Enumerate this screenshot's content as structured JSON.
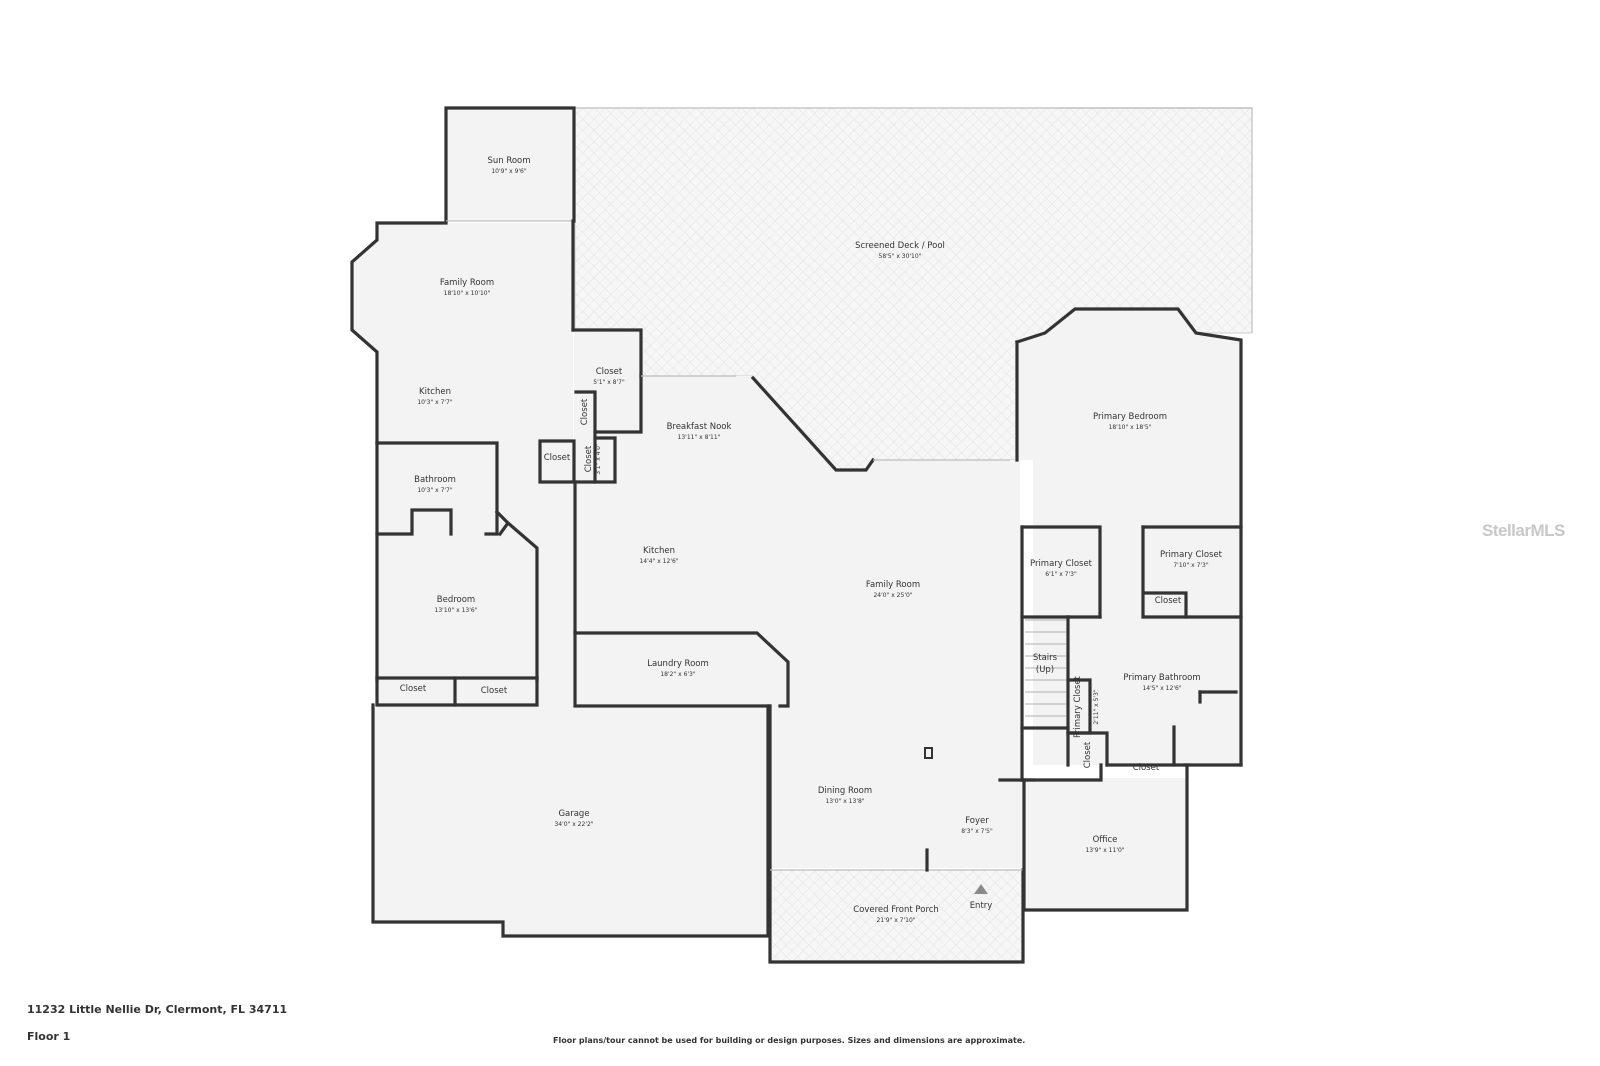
{
  "footer": {
    "address": "11232 Little Nellie Dr, Clermont, FL 34711",
    "floor": "Floor 1",
    "disclaimer": "Floor plans/tour cannot be used for building or design purposes. Sizes and dimensions are approximate."
  },
  "watermark": "StellarMLS",
  "rooms": {
    "sun_room": {
      "name": "Sun Room",
      "dim": "10'9\" x 9'6\""
    },
    "screened_deck": {
      "name": "Screened Deck / Pool",
      "dim": "58'5\" x 30'10\""
    },
    "family_room_left": {
      "name": "Family Room",
      "dim": "18'10\" x 10'10\""
    },
    "kitchen_left": {
      "name": "Kitchen",
      "dim": "10'3\" x 7'7\""
    },
    "bathroom": {
      "name": "Bathroom",
      "dim": "10'3\" x 7'7\""
    },
    "bedroom": {
      "name": "Bedroom",
      "dim": "13'10\" x 13'6\""
    },
    "closet_bed_1": {
      "name": "Closet"
    },
    "closet_bed_2": {
      "name": "Closet"
    },
    "garage": {
      "name": "Garage",
      "dim": "34'0\" x 22'2\""
    },
    "closet_top": {
      "name": "Closet",
      "dim": "5'1\" x 8'7\""
    },
    "closet_small_1": {
      "name": "Closet"
    },
    "closet_small_2": {
      "name": "Closet"
    },
    "closet_small_3": {
      "name": "Closet",
      "dim": "3'1\" x 4'0\""
    },
    "breakfast_nook": {
      "name": "Breakfast Nook",
      "dim": "13'11\" x 8'11\""
    },
    "kitchen_main": {
      "name": "Kitchen",
      "dim": "14'4\" x 12'6\""
    },
    "family_room_main": {
      "name": "Family Room",
      "dim": "24'0\" x 25'0\""
    },
    "laundry_room": {
      "name": "Laundry Room",
      "dim": "18'2\" x 6'3\""
    },
    "dining_room": {
      "name": "Dining Room",
      "dim": "13'0\" x 13'8\""
    },
    "foyer": {
      "name": "Foyer",
      "dim": "8'3\" x 7'5\""
    },
    "covered_porch": {
      "name": "Covered Front Porch",
      "dim": "21'9\" x 7'10\""
    },
    "entry": {
      "name": "Entry"
    },
    "primary_bedroom": {
      "name": "Primary Bedroom",
      "dim": "18'10\" x 18'5\""
    },
    "primary_closet_1": {
      "name": "Primary Closet",
      "dim": "6'1\" x 7'3\""
    },
    "primary_closet_2": {
      "name": "Primary Closet",
      "dim": "7'10\" x 7'3\""
    },
    "closet_primary": {
      "name": "Closet"
    },
    "stairs": {
      "name": "Stairs",
      "sub": "(Up)"
    },
    "primary_bathroom": {
      "name": "Primary Bathroom",
      "dim": "14'5\" x 12'6\""
    },
    "primary_closet_3": {
      "name": "Primary Closet",
      "dim": "2'11\" x 5'3\""
    },
    "closet_bath": {
      "name": "Closet"
    },
    "closet_office": {
      "name": "Closet"
    },
    "office": {
      "name": "Office",
      "dim": "13'9\" x 11'0\""
    }
  }
}
